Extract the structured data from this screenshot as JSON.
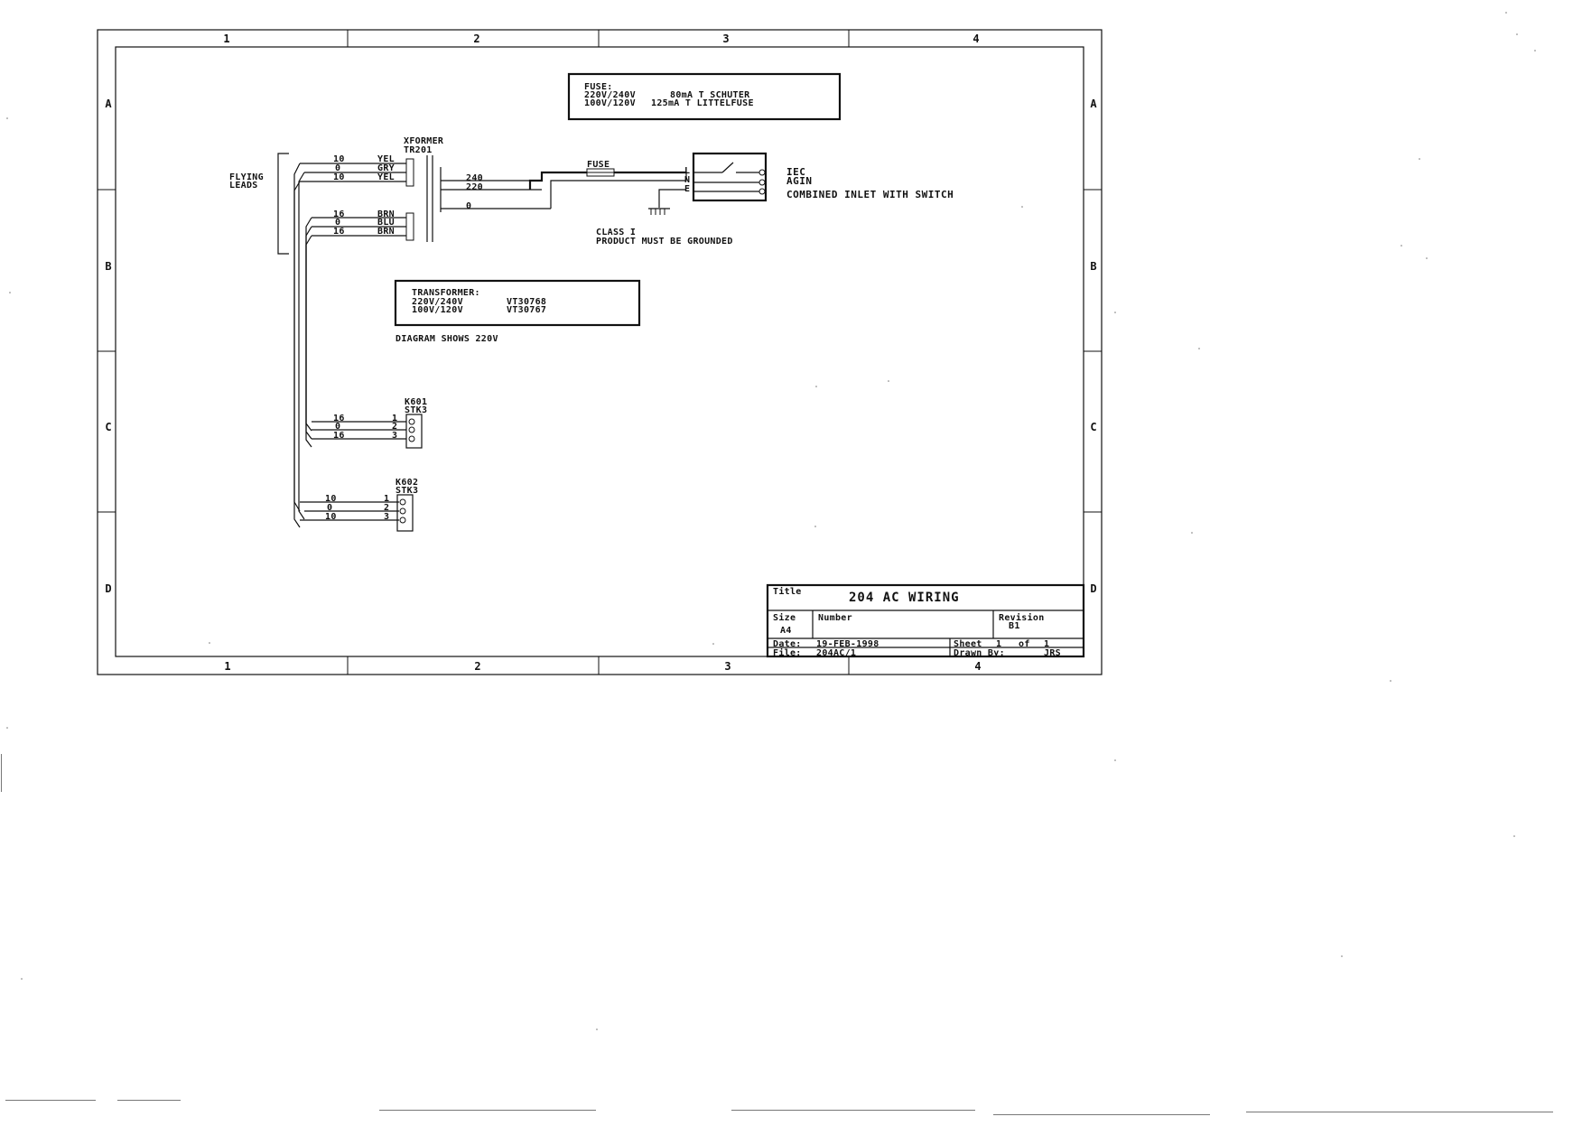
{
  "border": {
    "columns": [
      "1",
      "2",
      "3",
      "4"
    ],
    "rows": [
      "A",
      "B",
      "C",
      "D"
    ]
  },
  "fuse_box": {
    "heading": "FUSE:",
    "line1_volts": "220V/240V",
    "line1_rating": "80mA T SCHUTER",
    "line2_volts": "100V/120V",
    "line2_rating": "125mA T LITTELFUSE"
  },
  "flying_leads": {
    "line1": "FLYING",
    "line2": "LEADS"
  },
  "xformer": {
    "line1": "XFORMER",
    "line2": "TR201"
  },
  "secondary_1": [
    {
      "num": "10",
      "color": "YEL"
    },
    {
      "num": "0",
      "color": "GRY"
    },
    {
      "num": "10",
      "color": "YEL"
    }
  ],
  "secondary_2": [
    {
      "num": "16",
      "color": "BRN"
    },
    {
      "num": "0",
      "color": "BLU"
    },
    {
      "num": "16",
      "color": "BRN"
    }
  ],
  "primary_taps": [
    "240",
    "220",
    "0"
  ],
  "fuse_label": "FUSE",
  "inlet_pins": [
    "L",
    "N",
    "E"
  ],
  "iec": {
    "line1": "IEC",
    "line2": "AGIN",
    "line3": "COMBINED INLET WITH SWITCH"
  },
  "class_note": {
    "line1": "CLASS I",
    "line2": "PRODUCT MUST BE GROUNDED"
  },
  "transformer_box": {
    "heading": "TRANSFORMER:",
    "line1_volts": "220V/240V",
    "line1_part": "VT30768",
    "line2_volts": "100V/120V",
    "line2_part": "VT30767"
  },
  "diagram_note": "DIAGRAM SHOWS 220V",
  "k601": {
    "line1": "K601",
    "line2": "STK3",
    "wires": [
      "16",
      "0",
      "16"
    ],
    "pins": [
      "1",
      "2",
      "3"
    ]
  },
  "k602": {
    "line1": "K602",
    "line2": "STK3",
    "wires": [
      "10",
      "0",
      "10"
    ],
    "pins": [
      "1",
      "2",
      "3"
    ]
  },
  "title_block": {
    "title_label": "Title",
    "title": "204 AC WIRING",
    "size_label": "Size",
    "size": "A4",
    "number_label": "Number",
    "revision_label": "Revision",
    "revision": "B1",
    "date_label": "Date:",
    "date": "19-FEB-1998",
    "sheet_label": "Sheet",
    "sheet": "1",
    "of_label": "of",
    "of": "1",
    "file_label": "File:",
    "file": "204AC/1",
    "drawn_label": "Drawn By:",
    "drawn": "JRS"
  }
}
